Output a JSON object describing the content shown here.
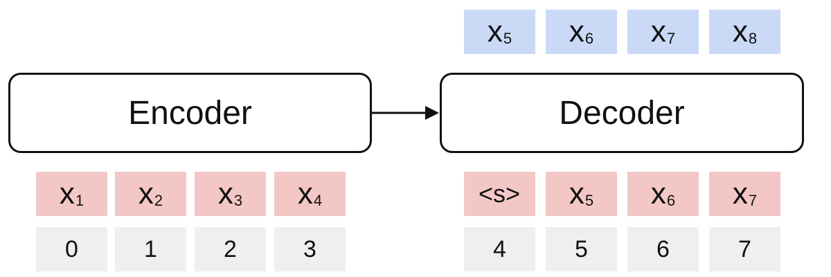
{
  "colors": {
    "output_token_bg": "#c9d9f6",
    "input_token_bg": "#f4c7c7",
    "position_bg": "#efefef",
    "box_border": "#111111"
  },
  "encoder": {
    "label": "Encoder"
  },
  "decoder": {
    "label": "Decoder"
  },
  "decoder_outputs": [
    {
      "base": "x",
      "sub": "5"
    },
    {
      "base": "x",
      "sub": "6"
    },
    {
      "base": "x",
      "sub": "7"
    },
    {
      "base": "x",
      "sub": "8"
    }
  ],
  "encoder_inputs": [
    {
      "base": "x",
      "sub": "1"
    },
    {
      "base": "x",
      "sub": "2"
    },
    {
      "base": "x",
      "sub": "3"
    },
    {
      "base": "x",
      "sub": "4"
    }
  ],
  "decoder_inputs": [
    {
      "base": "<s>",
      "sub": ""
    },
    {
      "base": "x",
      "sub": "5"
    },
    {
      "base": "x",
      "sub": "6"
    },
    {
      "base": "x",
      "sub": "7"
    }
  ],
  "encoder_positions": [
    "0",
    "1",
    "2",
    "3"
  ],
  "decoder_positions": [
    "4",
    "5",
    "6",
    "7"
  ]
}
